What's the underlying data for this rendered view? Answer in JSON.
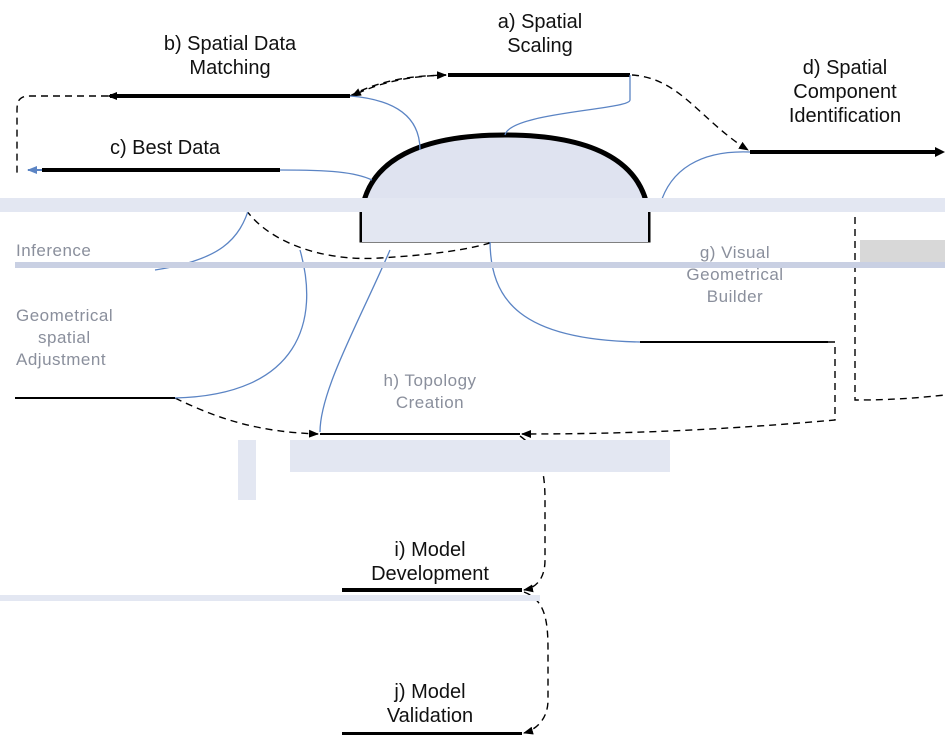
{
  "diagram": {
    "labels": {
      "spatial_scaling": [
        "a) Spatial",
        "Scaling"
      ],
      "spatial_data_matching": [
        "b) Spatial Data",
        "Matching"
      ],
      "best_data": [
        "c) Best Data"
      ],
      "spatial_component_identification": [
        "d) Spatial",
        "Component",
        "Identification"
      ],
      "geometrical_spatial_adjustment": [
        "Geometrical",
        "spatial",
        "Adjustment"
      ],
      "visual_geometrical_builder": [
        "g) Visual",
        "Geometrical",
        "Builder"
      ],
      "topology_creation": [
        "h) Topology",
        "Creation"
      ],
      "model_development": [
        "i) Model",
        "Development"
      ],
      "model_validation": [
        "j) Model",
        "Validation"
      ],
      "inference_fragment": "Inference"
    },
    "colors": {
      "line": "#000000",
      "connector": "#5b84c4",
      "ellipse_fill": "#dfe3f0",
      "ellipse_stroke": "#000000",
      "glitch_band": "#e3e7f2",
      "glitch_text": "#8a8f9c"
    }
  }
}
